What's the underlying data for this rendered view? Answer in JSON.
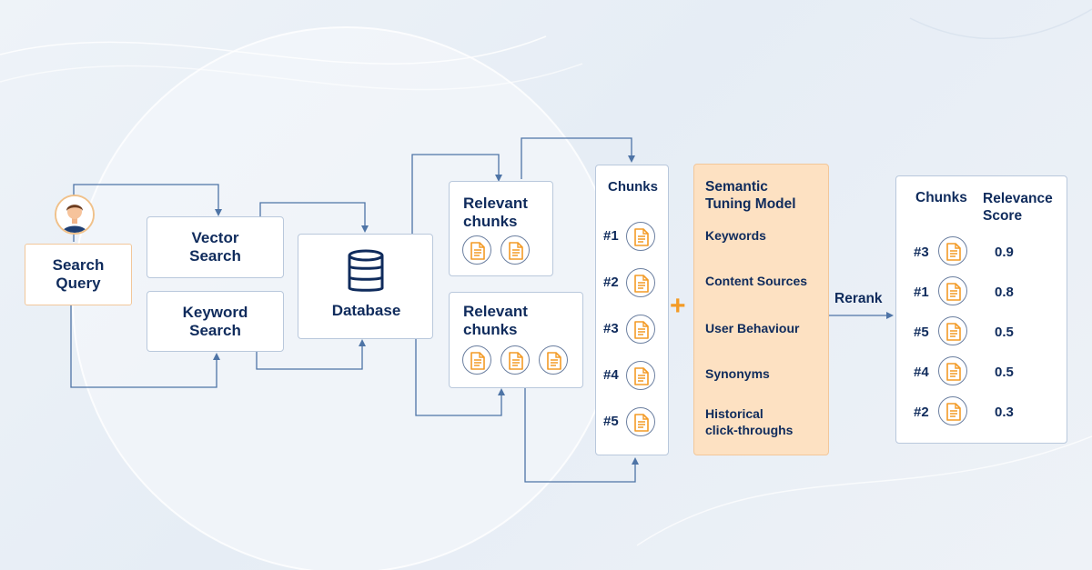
{
  "search_query": {
    "label_line1": "Search",
    "label_line2": "Query"
  },
  "vector_search": {
    "line1": "Vector",
    "line2": "Search"
  },
  "keyword_search": {
    "line1": "Keyword",
    "line2": "Search"
  },
  "database": {
    "label": "Database"
  },
  "relevant_top": {
    "line1": "Relevant",
    "line2": "chunks",
    "doc_count": 2
  },
  "relevant_bottom": {
    "line1": "Relevant",
    "line2": "chunks",
    "doc_count": 3
  },
  "chunks_list": {
    "title": "Chunks",
    "items": [
      "#1",
      "#2",
      "#3",
      "#4",
      "#5"
    ]
  },
  "plus_symbol": "+",
  "tuning_model": {
    "title_line1": "Semantic",
    "title_line2": "Tuning Model",
    "factors": [
      "Keywords",
      "Content Sources",
      "User Behaviour",
      "Synonyms"
    ],
    "historical_line1": "Historical",
    "historical_line2": "click-throughs"
  },
  "rerank_label": "Rerank",
  "ranked": {
    "col1": "Chunks",
    "col2_line1": "Relevance",
    "col2_line2": "Score",
    "rows": [
      {
        "chunk": "#3",
        "score": "0.9"
      },
      {
        "chunk": "#1",
        "score": "0.8"
      },
      {
        "chunk": "#5",
        "score": "0.5"
      },
      {
        "chunk": "#4",
        "score": "0.5"
      },
      {
        "chunk": "#2",
        "score": "0.3"
      }
    ]
  },
  "colors": {
    "text": "#0f2b5c",
    "arrow": "#4e74a6",
    "accent": "#f39b26",
    "tuning_bg": "#fde1c2"
  },
  "icons": {
    "database": "database-icon",
    "document": "document-icon",
    "user": "user-avatar-icon"
  }
}
